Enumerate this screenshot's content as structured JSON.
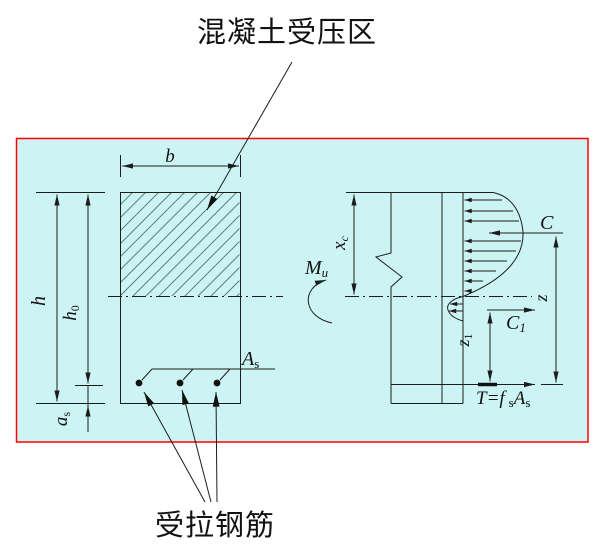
{
  "title": "混凝土受压区",
  "footer_label": "受拉钢筋",
  "colors": {
    "panel_bg": "#cdf4f4",
    "panel_border": "#ff0000",
    "line": "#1c1c1c",
    "hatch": "#5f7d7d"
  },
  "cross_section": {
    "width": "b",
    "height": "h",
    "effective_depth_main": "h",
    "effective_depth_sub": "0",
    "cover_main": "a",
    "cover_sub": "s",
    "steel_area_main": "A",
    "steel_area_sub": "s"
  },
  "stress_diagram": {
    "moment_main": "M",
    "moment_sub": "u",
    "comp_depth_main": "x",
    "comp_depth_sub": "c",
    "comp_resultant": "C",
    "comp_resultant2_main": "C",
    "comp_resultant2_sub": "1",
    "lever_arm": "z",
    "lever_arm2_main": "z",
    "lever_arm2_sub": "1",
    "tension_main": "T=f",
    "tension_sub1": "s",
    "tension_area_main": "A",
    "tension_area_sub": "s"
  }
}
